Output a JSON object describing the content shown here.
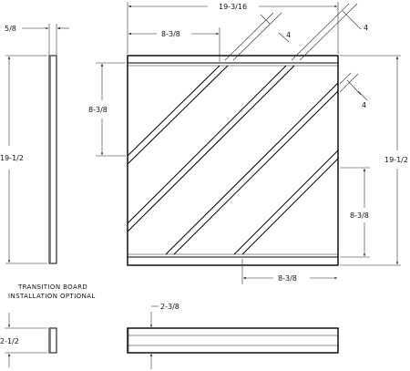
{
  "dimensions": {
    "side_thickness": "5/8",
    "overall_width": "19-3/16",
    "top_offset": "8-3/8",
    "strip_width_1": "4",
    "strip_width_2": "4",
    "strip_width_3": "4",
    "left_height": "8-3/8",
    "side_height": "19-1/2",
    "right_height": "19-1/2",
    "right_inner": "8-3/8",
    "bottom_offset": "8-3/8",
    "end_height": "2-1/2",
    "front_height": "2-3/8"
  },
  "note": {
    "line1": "TRANSITION BOARD",
    "line2": "INSTALLATION OPTIONAL"
  },
  "colors": {
    "line": "#000000",
    "background": "#ffffff"
  }
}
